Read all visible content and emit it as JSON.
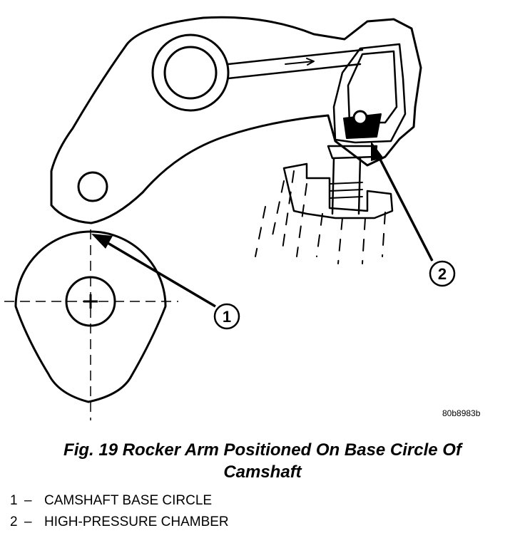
{
  "figure": {
    "code": "80b8983b",
    "callouts": [
      {
        "number": "1"
      },
      {
        "number": "2"
      }
    ],
    "caption_line1": "Fig. 19 Rocker Arm Positioned On Base Circle Of",
    "caption_line2": "Camshaft"
  },
  "legend": [
    {
      "number": "1",
      "dash": "–",
      "text": "CAMSHAFT BASE CIRCLE"
    },
    {
      "number": "2",
      "dash": "–",
      "text": "HIGH-PRESSURE CHAMBER"
    }
  ],
  "colors": {
    "ink": "#000000",
    "background": "#ffffff"
  }
}
